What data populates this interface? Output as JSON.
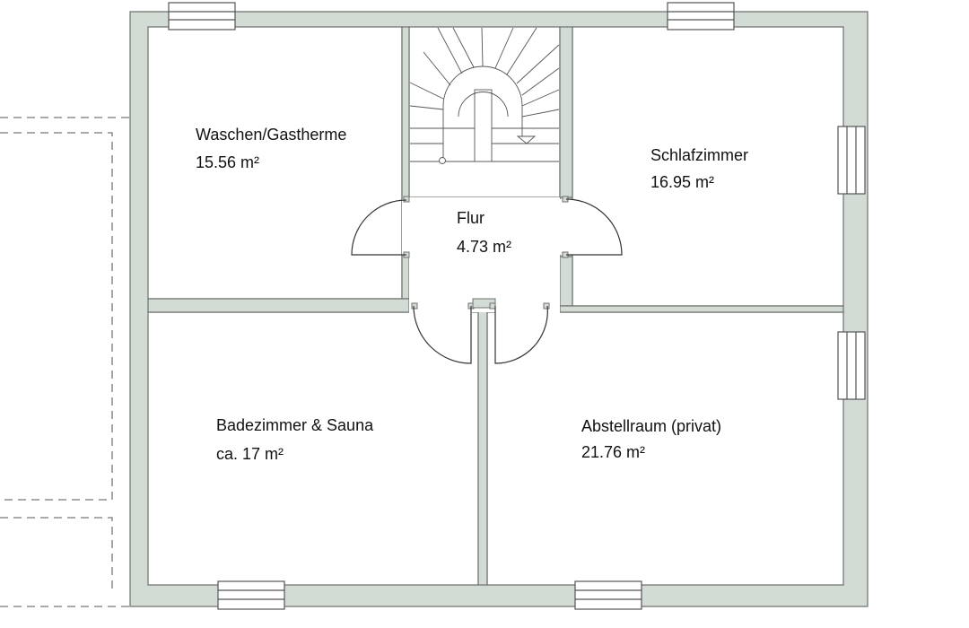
{
  "colors": {
    "wall": "#d3dbd5",
    "wall_outline": "#6f716f",
    "line": "#333333",
    "dashed": "#777777",
    "background": "#ffffff"
  },
  "rooms": [
    {
      "key": "waschen",
      "name": "Waschen/Gastherme",
      "area": "15.56 m²"
    },
    {
      "key": "schlaf",
      "name": "Schlafzimmer",
      "area": "16.95 m²"
    },
    {
      "key": "flur",
      "name": "Flur",
      "area": "4.73 m²"
    },
    {
      "key": "bad",
      "name": "Badezimmer & Sauna",
      "area": "ca. 17 m²"
    },
    {
      "key": "abstell",
      "name": "Abstellraum (privat)",
      "area": "21.76 m²"
    }
  ]
}
